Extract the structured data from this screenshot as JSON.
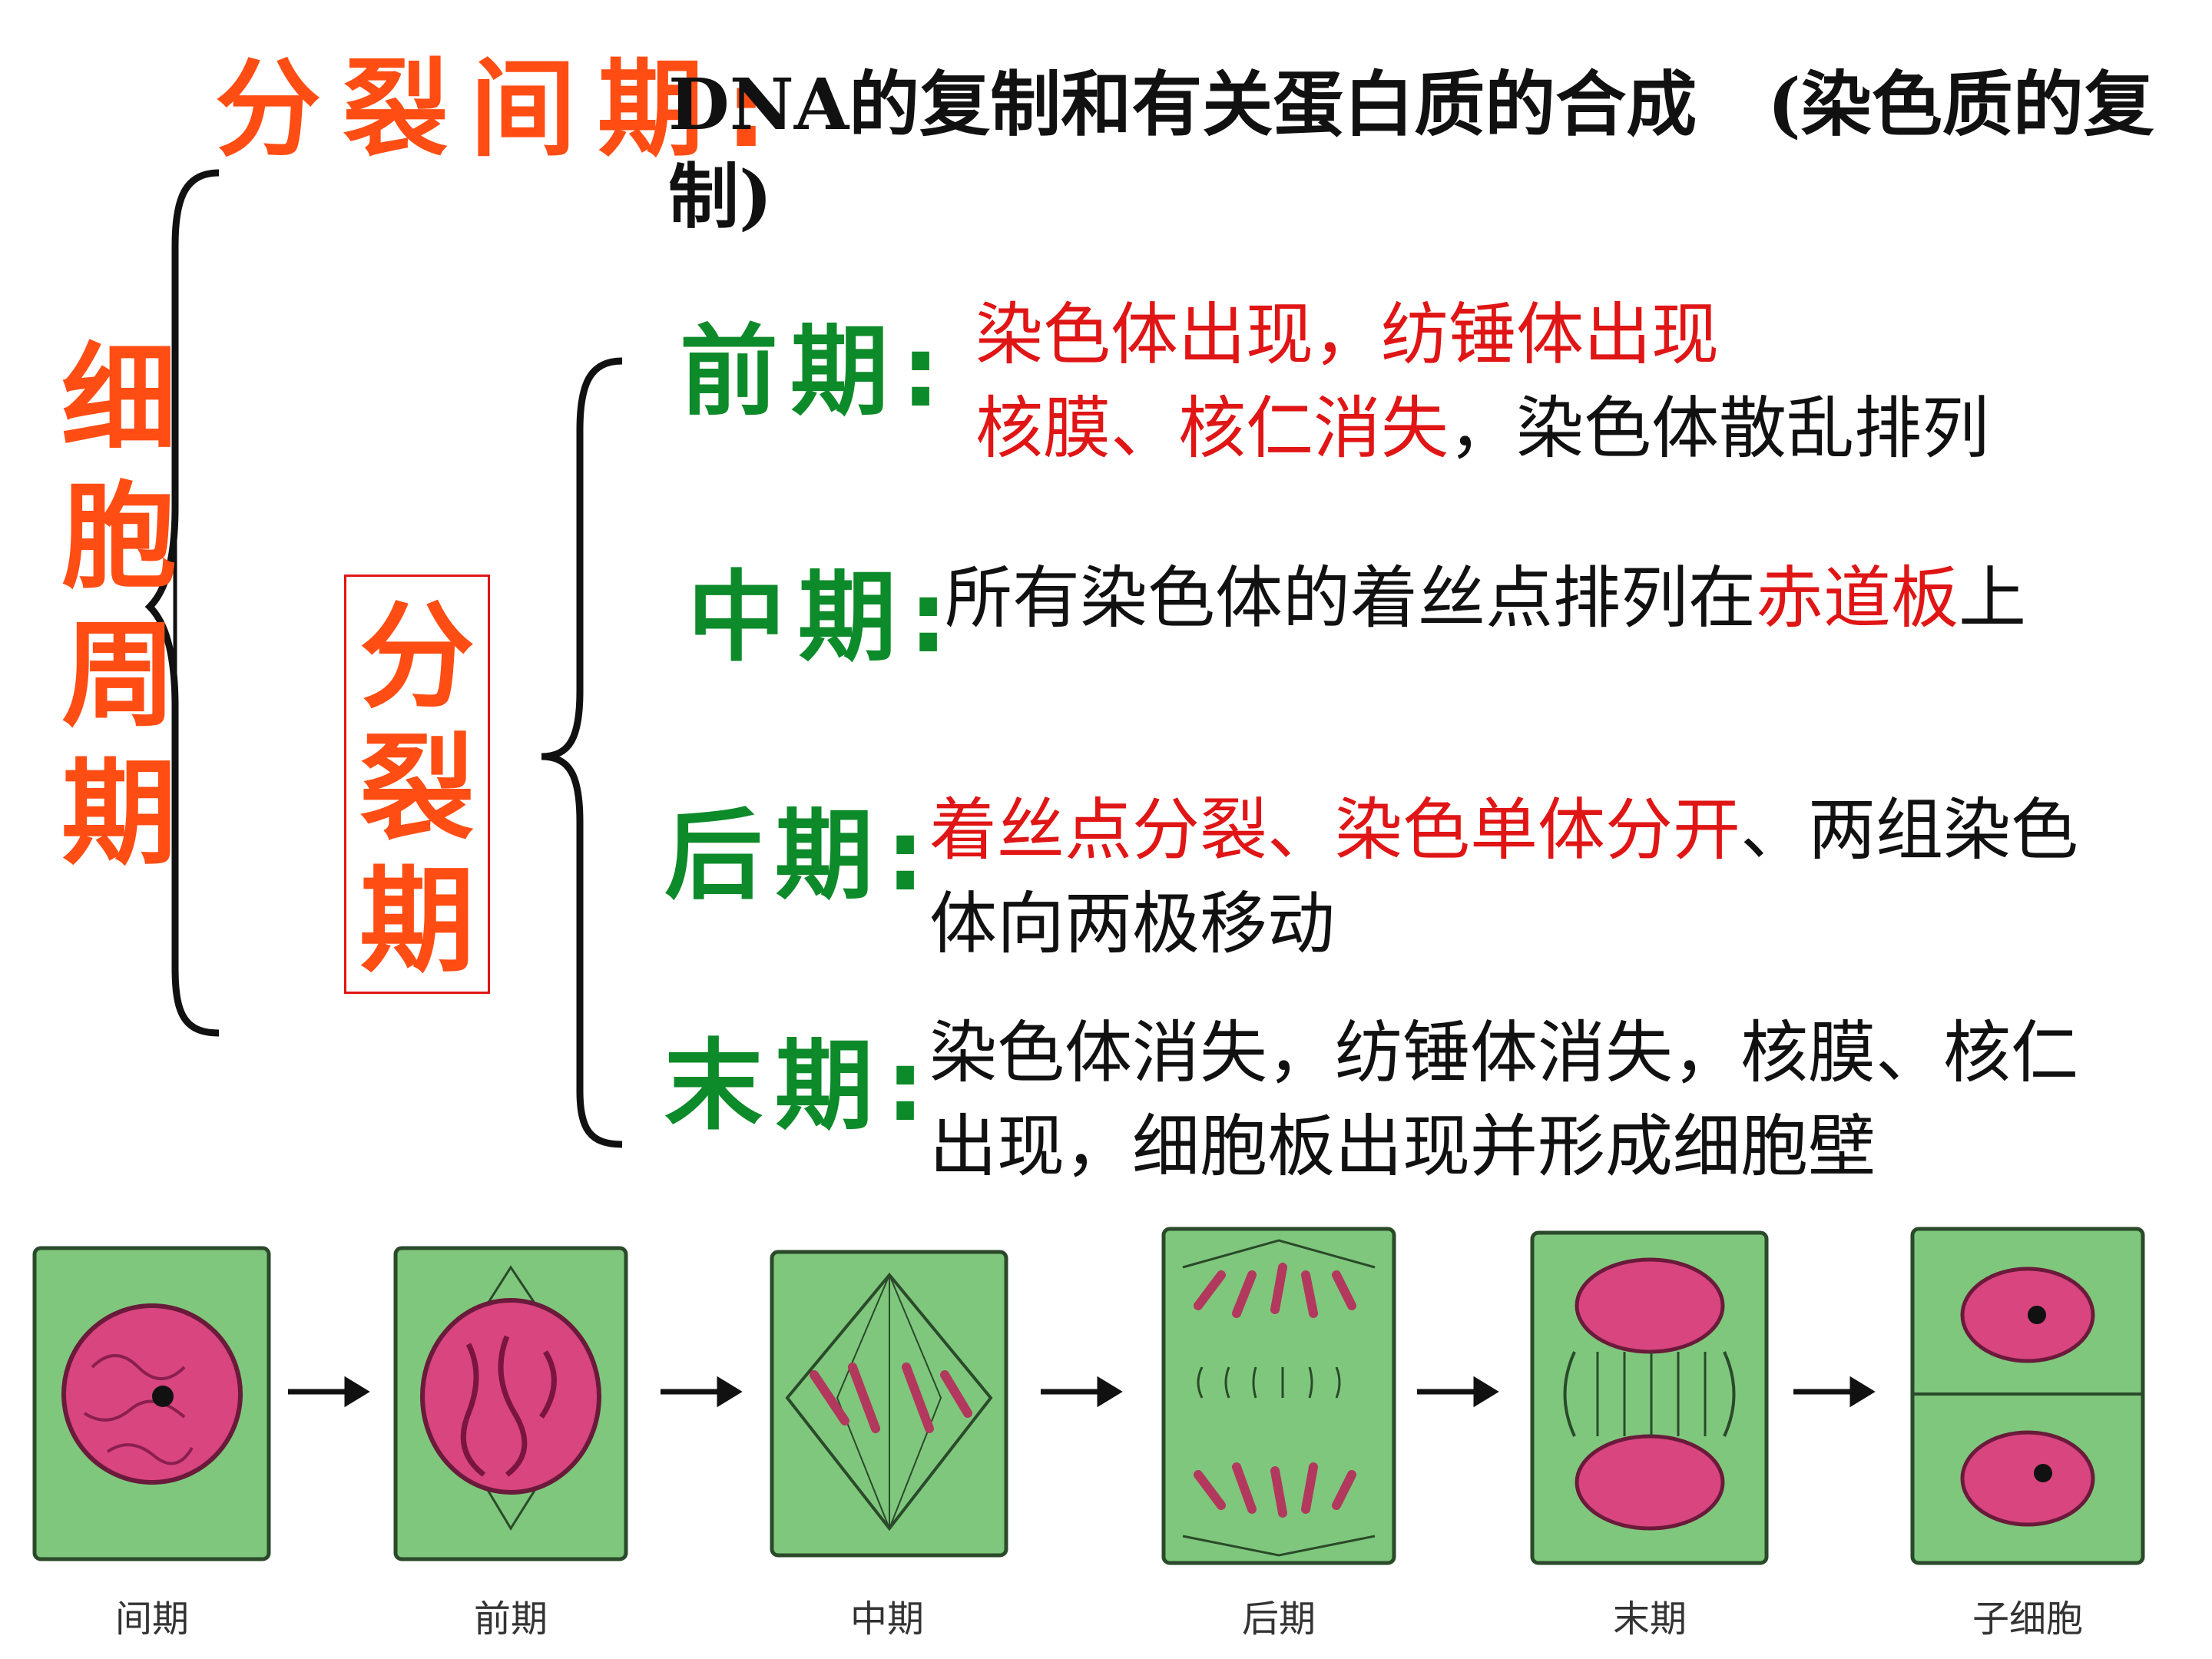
{
  "interphase": {
    "title": "分裂间期:",
    "text": "DNA的复制和有关蛋白质的合成　(染色质的复制)"
  },
  "cell_cycle_label": "细胞周期",
  "mitosis_label": "分裂期",
  "phases": {
    "prophase": {
      "label": "前期:",
      "line1": [
        "染色体出现，纺锤体出现"
      ],
      "line2_red": "核膜、核仁消失",
      "line2_black": "，染色体散乱排列"
    },
    "metaphase": {
      "label": "中期:",
      "text_a": "所有染色体的着丝点排列在",
      "text_red": "赤道板",
      "text_b": "上"
    },
    "anaphase": {
      "label": "后期:",
      "text_red": "着丝点分裂、染色单体分开",
      "text_black": "、两组染色体向两极移动"
    },
    "telophase": {
      "label": "末期:",
      "text": "染色体消失，纺锤体消失，核膜、核仁出现，细胞板出现并形成细胞壁"
    }
  },
  "stage_captions": [
    "间期",
    "前期",
    "中期",
    "后期",
    "末期",
    "子细胞"
  ],
  "colors": {
    "orange": "#ff4d14",
    "green": "#0d8a2a",
    "red": "#e01515",
    "cell_green": "#7fc77d",
    "chromatin_pink": "#d9457f"
  }
}
